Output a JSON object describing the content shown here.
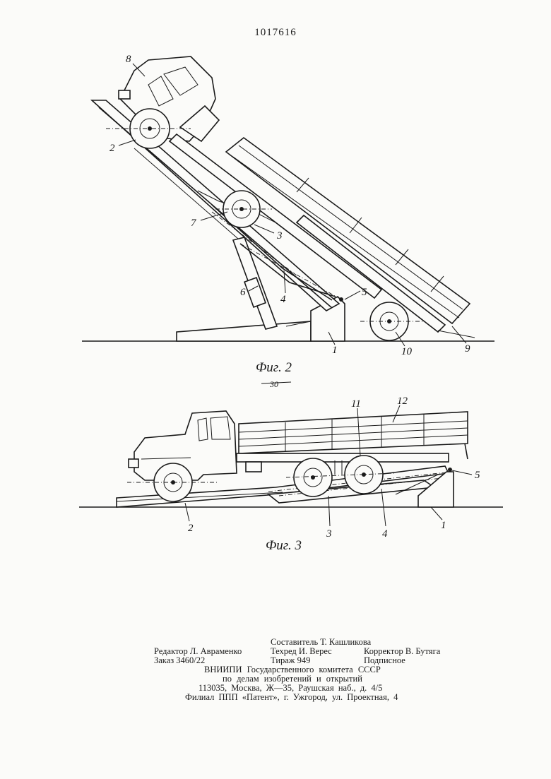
{
  "header": {
    "document_number": "1017616"
  },
  "figure2": {
    "caption": "Фиг. 2",
    "labels": [
      "8",
      "2",
      "7",
      "3",
      "6",
      "4",
      "5",
      "1",
      "10",
      "9"
    ]
  },
  "column_marker": "30",
  "figure3": {
    "caption": "Фиг. 3",
    "labels": [
      "11",
      "12",
      "5",
      "2",
      "3",
      "4",
      "1"
    ]
  },
  "colophon": {
    "compiler": "Составитель Т. Кашликова",
    "editor": "Редактор Л. Авраменко",
    "techred": "Техред И. Верес",
    "corrector": "Корректор В. Бутяга",
    "order": "Заказ 3460/22",
    "circulation": "Тираж 949",
    "subscription": "Подписное",
    "org_line1": "ВНИИПИ Государственного комитета СССР",
    "org_line2": "по делам изобретений и открытий",
    "org_address": "113035, Москва, Ж—35, Раушская наб., д. 4/5",
    "branch": "Филиал ППП «Патент», г. Ужгород, ул. Проектная, 4"
  }
}
